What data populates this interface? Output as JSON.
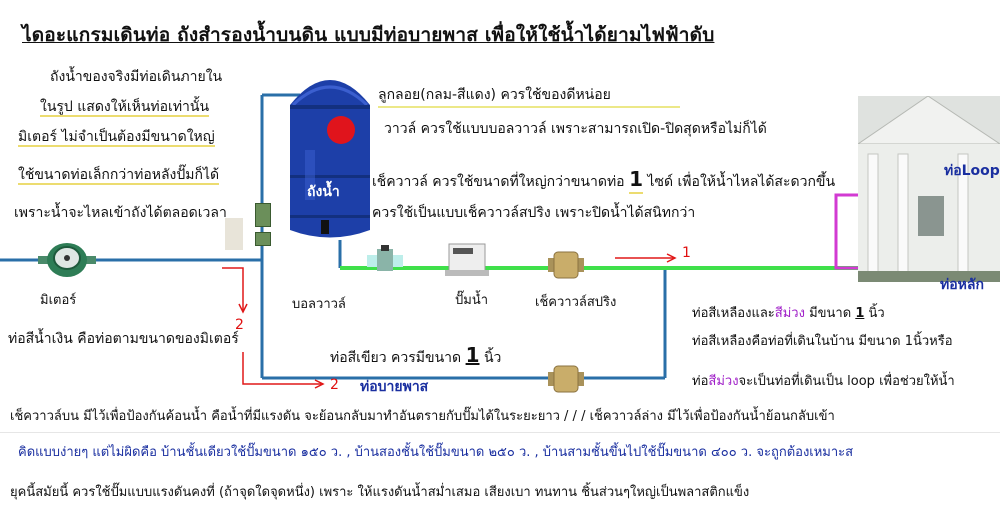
{
  "title": "ไดอะแกรมเดินท่อ ถังสำรองน้ำบนดิน แบบมีท่อบายพาส เพื่อให้ใช้น้ำได้ยามไฟฟ้าดับ",
  "left_notes": [
    "ถังน้ำของจริงมีท่อเดินภายใน",
    "ในรูป แสดงให้เห็นท่อเท่านั้น",
    "มิเตอร์ ไม่จำเป็นต้องมีขนาดใหญ่",
    "ใช้ขนาดท่อเล็กกว่าท่อหลังปั๊มก็ได้",
    "เพราะน้ำจะไหลเข้าถังได้ตลอดเวลา"
  ],
  "labels": {
    "meter": "มิเตอร์",
    "float_valve": "บอลวาวล์",
    "pump": "ปั๊มน้ำ",
    "spring_check_valve": "เช็ควาวล์สปริง",
    "tank_text": "ถังน้ำ",
    "loop_pipe": "ท่อLoop",
    "main_pipe": "ท่อหลัก",
    "bypass_pipe": "ท่อบายพาส",
    "num_1": "1",
    "num_2a": "2",
    "num_2b": "2"
  },
  "notes": {
    "float_ball": "ลูกลอย(กลม-สีแดง) ควรใช้ของดีหน่อย",
    "valve": "วาวล์ ควรใช้แบบบอลวาวล์ เพราะสามารถเปิด-ปิดสุดหรือไม่ก็ได้",
    "check_valve_size": "เช็ควาวล์ ควรใช้ขนาดที่ใหญ่กว่าขนาดท่อ",
    "check_valve_size_num": "1",
    "check_valve_size_end": "ไซด์ เพื่อให้น้ำไหลได้สะดวกขึ้น",
    "spring_note": "ควรใช้เป็นแบบเช็ควาวล์สปริง เพราะปิดน้ำได้สนิทกว่า",
    "blue_pipe": "ท่อสีน้ำเงิน คือท่อตามขนาดของมิเตอร์",
    "green_pipe": "ท่อสีเขียว ควรมีขนาด",
    "green_pipe_num": "1",
    "green_pipe_unit": "นิ้ว",
    "yp_pre": "ท่อสีเหลืองและ",
    "yp_purple": "สีม่วง",
    "yp_post": "มีขนาด",
    "yp_num": "1",
    "yp_unit": "นิ้ว",
    "yellow_pipe": "ท่อสีเหลืองคือท่อที่เดินในบ้าน มีขนาด 1นิ้วหรือ",
    "purple_pre": "ท่อ",
    "purple_word": "สีม่วง",
    "purple_post": "จะเป็นท่อที่เดินเป็น loop เพื่อช่วยให้น้ำ"
  },
  "bottom": {
    "line1": "เช็ควาวล์บน มีไว้เพื่อป้องกันค้อนน้ำ คือน้ำที่มีแรงดัน จะย้อนกลับมาทำอันตรายกับปั๊มได้ในระยะยาว / / / เช็ควาวล์ล่าง มีไว้เพื่อป้องกันน้ำย้อนกลับเข้า",
    "line2": "คิดแบบง่ายๆ แต่ไม่ผิดคือ บ้านชั้นเดียวใช้ปั๊มขนาด ๑๕๐ ว. , บ้านสองชั้นใช้ปั๊มขนาด ๒๕๐ ว. , บ้านสามชั้นขึ้นไปใช้ปั๊มขนาด ๔๐๐ ว. จะถูกต้องเหมาะส",
    "line3": "ยุคนี้สมัยนี้ ควรใช้ปั๊มแบบแรงดันคงที่ (ถ้าจุดใดจุดหนึ่ง) เพราะ ให้แรงดันน้ำสม่ำเสมอ เสียงเบา ทนทาน ชิ้นส่วนๆใหญ่เป็นพลาสติกแข็ง"
  },
  "colors": {
    "blue_pipe": "#2a6fa8",
    "green_pipe": "#3fe04a",
    "yellow_pipe": "#f2ec32",
    "purple_pipe": "#d23ad2",
    "tank": "#1d3fa8",
    "float_ball": "#e0141c",
    "arrow": "#e01818"
  }
}
